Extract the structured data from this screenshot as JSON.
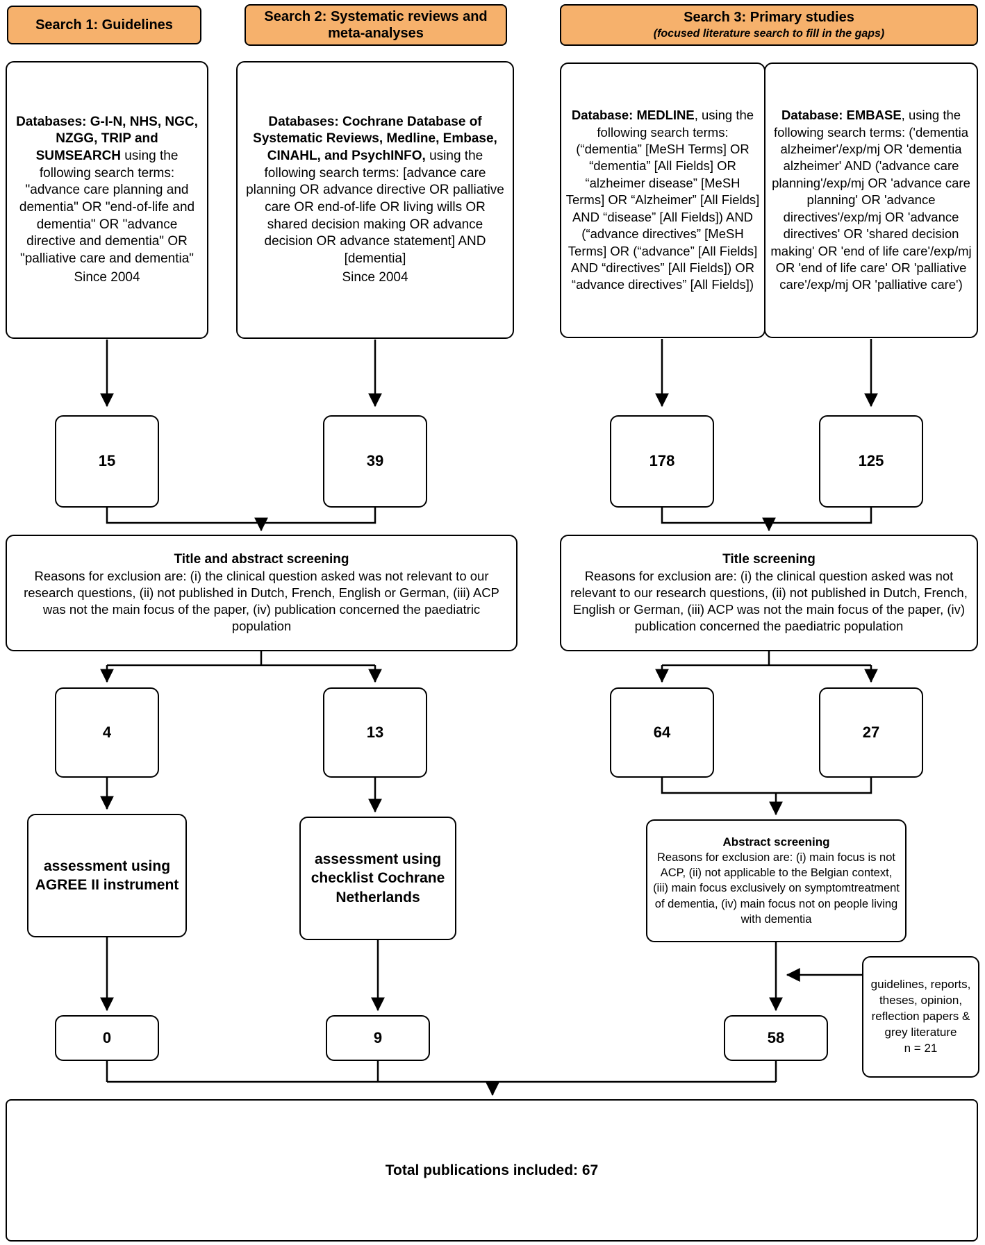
{
  "colors": {
    "header_bg": "#F6B16C",
    "line": "#000000"
  },
  "headers": {
    "search1": {
      "title": "Search 1: Guidelines"
    },
    "search2": {
      "title": "Search 2: Systematic reviews and meta-analyses"
    },
    "search3": {
      "title": "Search 3: Primary studies",
      "subtitle": "(focused literature search to fill in the gaps)"
    }
  },
  "sources": {
    "guidelines": {
      "bold": "Databases: G-I-N, NHS, NGC, NZGG, TRIP and SUMSEARCH",
      "text": " using the following search terms: \"advance care planning and dementia\" OR \"end-of-life and dementia\" OR \"advance directive and dementia\" OR \"palliative care and dementia\"",
      "since": "Since 2004"
    },
    "reviews": {
      "bold": "Databases: Cochrane Database of Systematic Reviews, Medline, Embase, CINAHL, and PsychINFO,",
      "text": " using the following search terms: [advance care planning OR advance directive OR palliative care OR end-of-life OR living wills OR shared decision making OR advance decision OR advance statement] AND [dementia]",
      "since": "Since 2004"
    },
    "medline": {
      "bold": "Database: MEDLINE",
      "text": ", using the following search terms: (“dementia” [MeSH Terms] OR “dementia” [All Fields] OR “alzheimer disease” [MeSH Terms] OR “Alzheimer” [All Fields] AND “disease” [All Fields]) AND (“advance directives” [MeSH Terms] OR (“advance” [All Fields] AND “directives” [All Fields]) OR “advance directives” [All Fields])"
    },
    "embase": {
      "bold": "Database: EMBASE",
      "text": ", using the following search terms: ('dementia alzheimer'/exp/mj OR 'dementia alzheimer' AND ('advance care planning'/exp/mj OR 'advance care planning' OR 'advance directives'/exp/mj OR 'advance directives' OR 'shared decision making' OR 'end of life care'/exp/mj OR 'end of life care' OR 'palliative care'/exp/mj OR 'palliative care')"
    }
  },
  "screening": {
    "title_abstract": {
      "title": "Title and abstract screening",
      "body": "Reasons for exclusion are: (i) the clinical question asked was not relevant to our research questions, (ii) not published in Dutch, French, English or German, (iii) ACP was not the main focus of the paper, (iv) publication concerned the paediatric population"
    },
    "title_only": {
      "title": "Title screening",
      "body": "Reasons for exclusion are: (i) the clinical question asked was not relevant to our research questions, (ii) not published in Dutch, French, English or German, (iii) ACP was not the main focus of the paper, (iv) publication concerned the paediatric population"
    },
    "abstract": {
      "title": "Abstract screening",
      "body": "Reasons for exclusion are: (i) main focus is not ACP, (ii) not applicable to the Belgian context, (iii) main focus exclusively on symptomtreatment of dementia, (iv) main focus not on people living with dementia"
    }
  },
  "counts": {
    "search1_results": "15",
    "search2_results": "39",
    "medline_results": "178",
    "embase_results": "125",
    "search1_after_screening": "4",
    "search2_after_screening": "13",
    "medline_after_screening": "64",
    "embase_after_screening": "27",
    "search1_included": "0",
    "search2_included": "9",
    "search3_included": "58"
  },
  "assessment": {
    "agree": "assessment using AGREE II instrument",
    "cochrane": "assessment using checklist Cochrane Netherlands"
  },
  "side_note": {
    "text": "guidelines, reports, theses, opinion, reflection papers & grey literature",
    "count": "n = 21"
  },
  "total": {
    "label": "Total publications included: 67"
  }
}
